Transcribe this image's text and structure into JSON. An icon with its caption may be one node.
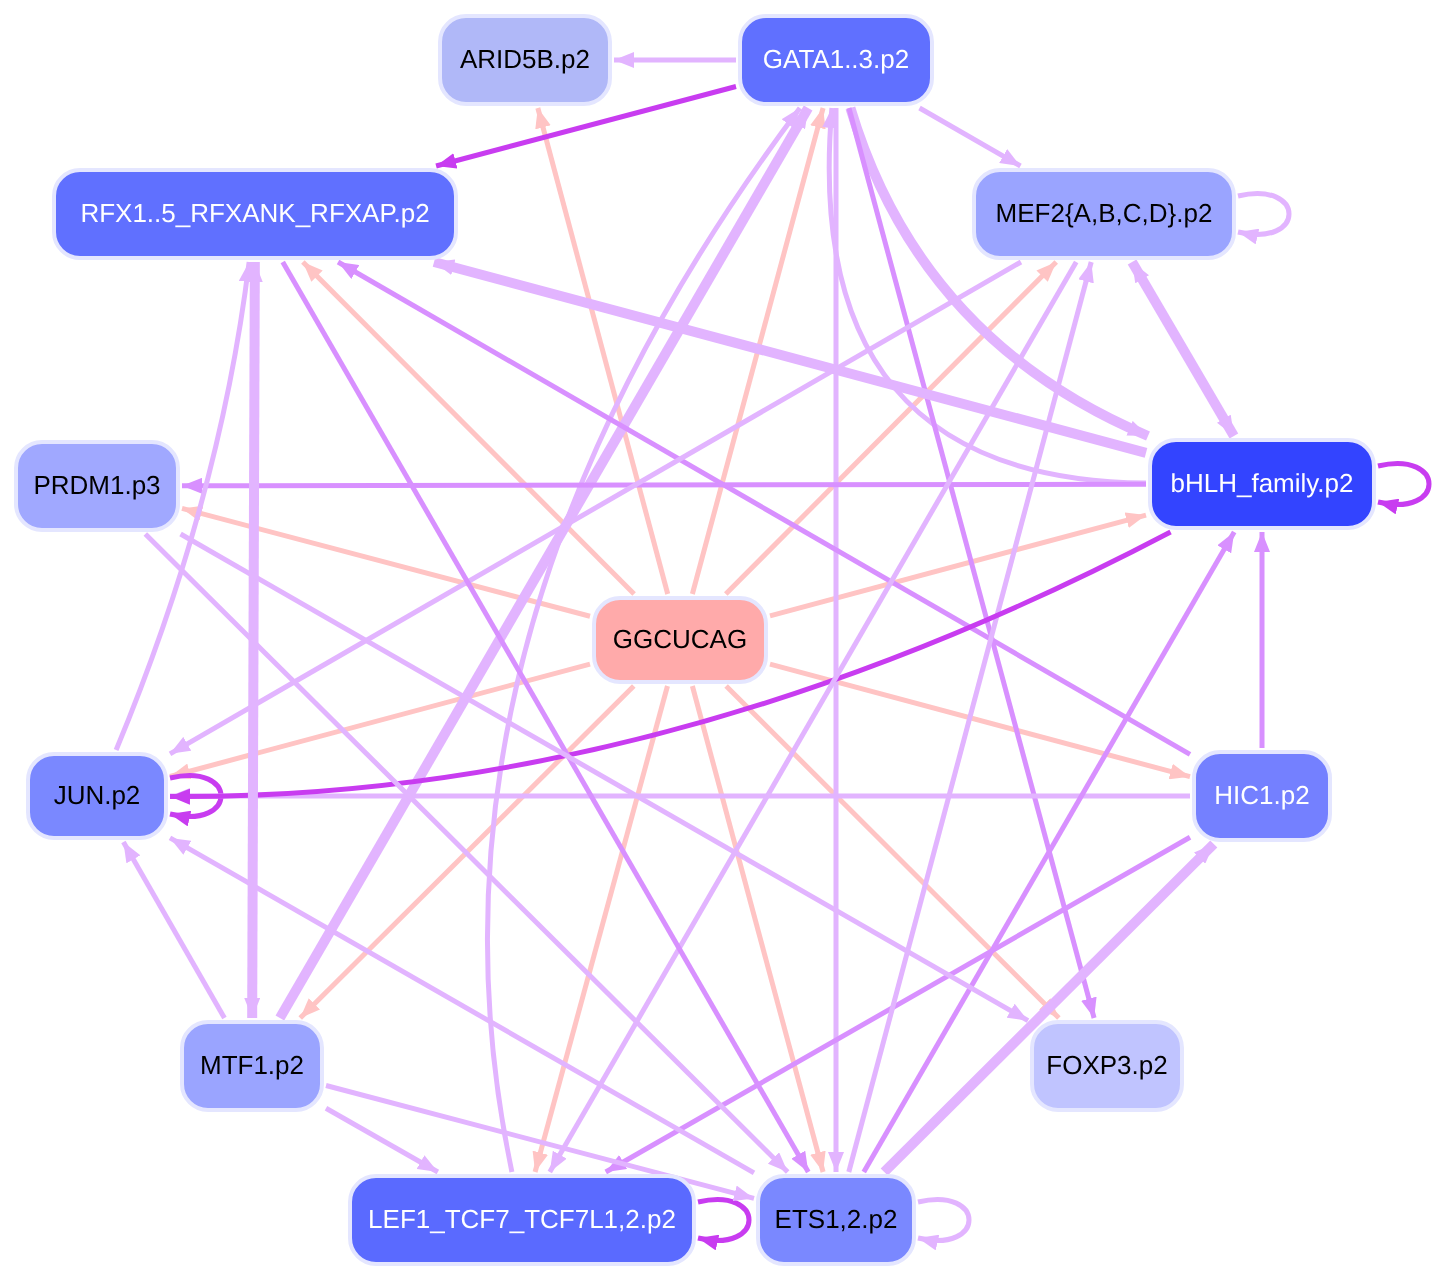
{
  "diagram": {
    "nodes": [
      {
        "text": [
          "GGCUCAG"
        ]
      },
      {
        "text": [
          "ARID5B.p2"
        ]
      },
      {
        "text": [
          "GATA1..3.p2"
        ]
      },
      {
        "text": [
          "RFX1..5_RFXANK_RFXAP.p2"
        ]
      },
      {
        "text": [
          "MEF2{A,B,C,D}.p2"
        ]
      },
      {
        "text": [
          "PRDM1.p3"
        ]
      },
      {
        "text": [
          "bHLH_family.p2"
        ]
      },
      {
        "text": [
          "JUN.p2"
        ]
      },
      {
        "text": [
          "HIC1.p2"
        ]
      },
      {
        "text": [
          "MTF1.p2"
        ]
      },
      {
        "text": [
          "FOXP3.p2"
        ]
      },
      {
        "text": [
          "LEF1_TCF7_TCF7L1,2.p2"
        ]
      },
      {
        "text": [
          "ETS1,2.p2"
        ]
      }
    ],
    "edges": [
      {
        "from": 0,
        "to": 1,
        "arrow": "to",
        "color": "#ffc4c4"
      },
      {
        "from": 0,
        "to": 2,
        "arrow": "to",
        "color": "#ffc4c4"
      },
      {
        "from": 0,
        "to": 3,
        "arrow": "to",
        "color": "#ffc4c4"
      },
      {
        "from": 0,
        "to": 4,
        "arrow": "to",
        "color": "#ffc4c4"
      },
      {
        "from": 0,
        "to": 5,
        "arrow": "to",
        "color": "#ffc4c4"
      },
      {
        "from": 0,
        "to": 6,
        "arrow": "to",
        "color": "#ffc4c4"
      },
      {
        "from": 0,
        "to": 7,
        "arrow": "to",
        "color": "#ffc4c4"
      },
      {
        "from": 0,
        "to": 8,
        "arrow": "to",
        "color": "#ffc4c4"
      },
      {
        "from": 0,
        "to": 9,
        "arrow": "to",
        "color": "#ffc4c4"
      },
      {
        "from": 0,
        "to": 10,
        "arrow": "to",
        "color": "#ffc4c4"
      },
      {
        "from": 0,
        "to": 11,
        "arrow": "to",
        "color": "#ffc4c4"
      },
      {
        "from": 0,
        "to": 12,
        "arrow": "to",
        "color": "#ffc4c4"
      },
      {
        "from": 2,
        "to": 1,
        "arrow": "to"
      },
      {
        "from": 2,
        "to": 3,
        "arrow": "to",
        "color": "#c83cf0"
      },
      {
        "from": 2,
        "to": 4,
        "arrow": "to"
      },
      {
        "from": 2,
        "to": 6,
        "arrow": "to",
        "style": "thick"
      },
      {
        "from": 6,
        "to": 2,
        "arrow": "to"
      },
      {
        "from": 2,
        "to": 10,
        "arrow": "to",
        "color": "#d890ff"
      },
      {
        "from": 2,
        "to": 12,
        "arrow": "to"
      },
      {
        "from": 9,
        "to": 2,
        "arrow": "to",
        "style": "thick"
      },
      {
        "from": 11,
        "to": 2,
        "arrow": "to"
      },
      {
        "from": 6,
        "to": 3,
        "arrow": "to",
        "style": "thick"
      },
      {
        "from": 8,
        "to": 3,
        "arrow": "to",
        "color": "#d890ff"
      },
      {
        "from": 6,
        "to": 5,
        "arrow": "to",
        "color": "#d890ff"
      },
      {
        "from": 6,
        "to": 6,
        "arrow": "to",
        "color": "#c83cf0"
      },
      {
        "from": 4,
        "to": 4,
        "arrow": "to"
      },
      {
        "from": 7,
        "to": 7,
        "arrow": "to",
        "color": "#c83cf0"
      },
      {
        "from": 11,
        "to": 11,
        "arrow": "to",
        "color": "#c83cf0"
      },
      {
        "from": 12,
        "to": 12,
        "arrow": "to"
      },
      {
        "from": 8,
        "to": 6,
        "arrow": "to",
        "color": "#d890ff"
      },
      {
        "from": 8,
        "to": 7,
        "arrow": "to"
      },
      {
        "from": 8,
        "to": 11,
        "arrow": "to",
        "color": "#d890ff"
      },
      {
        "from": 12,
        "to": 8,
        "arrow": "to",
        "style": "thick"
      },
      {
        "from": 12,
        "to": 6,
        "arrow": "to",
        "color": "#d890ff"
      },
      {
        "from": 12,
        "to": 4,
        "arrow": "to"
      },
      {
        "from": 4,
        "to": 6,
        "arrow": "both",
        "style": "thick"
      },
      {
        "from": 6,
        "to": 7,
        "arrow": "to",
        "color": "#c83cf0"
      },
      {
        "from": 7,
        "to": 3,
        "arrow": "to"
      },
      {
        "from": 3,
        "to": 9,
        "arrow": "both",
        "style": "thick"
      },
      {
        "from": 9,
        "to": 7,
        "arrow": "to"
      },
      {
        "from": 9,
        "to": 11,
        "arrow": "to"
      },
      {
        "from": 9,
        "to": 12,
        "arrow": "to"
      },
      {
        "from": 12,
        "to": 7,
        "arrow": "to"
      },
      {
        "from": 5,
        "to": 12,
        "arrow": "to"
      },
      {
        "from": 4,
        "to": 7,
        "arrow": "to"
      },
      {
        "from": 4,
        "to": 11,
        "arrow": "to"
      },
      {
        "from": 3,
        "to": 12,
        "arrow": "to",
        "color": "#d890ff"
      },
      {
        "from": 5,
        "to": 10,
        "arrow": "to"
      }
    ]
  }
}
